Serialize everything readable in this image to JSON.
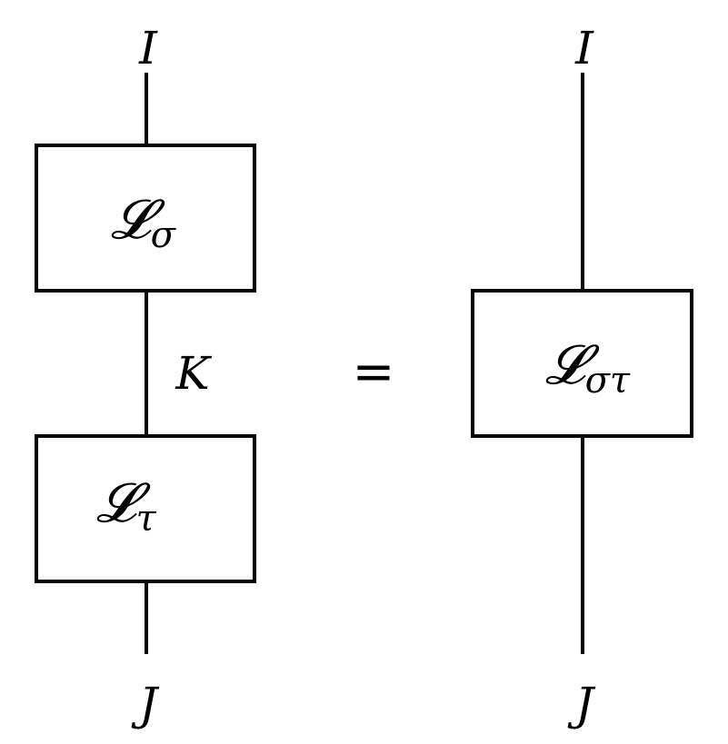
{
  "left": {
    "top_wire_label": "I",
    "middle_wire_label": "K",
    "bottom_wire_label": "J",
    "top_box": {
      "symbol": "𝓛",
      "subscript": "σ"
    },
    "bottom_box": {
      "symbol": "𝓛",
      "subscript": "τ"
    }
  },
  "equals": "=",
  "right": {
    "top_wire_label": "I",
    "bottom_wire_label": "J",
    "box": {
      "symbol": "𝓛",
      "subscript": "στ"
    }
  }
}
